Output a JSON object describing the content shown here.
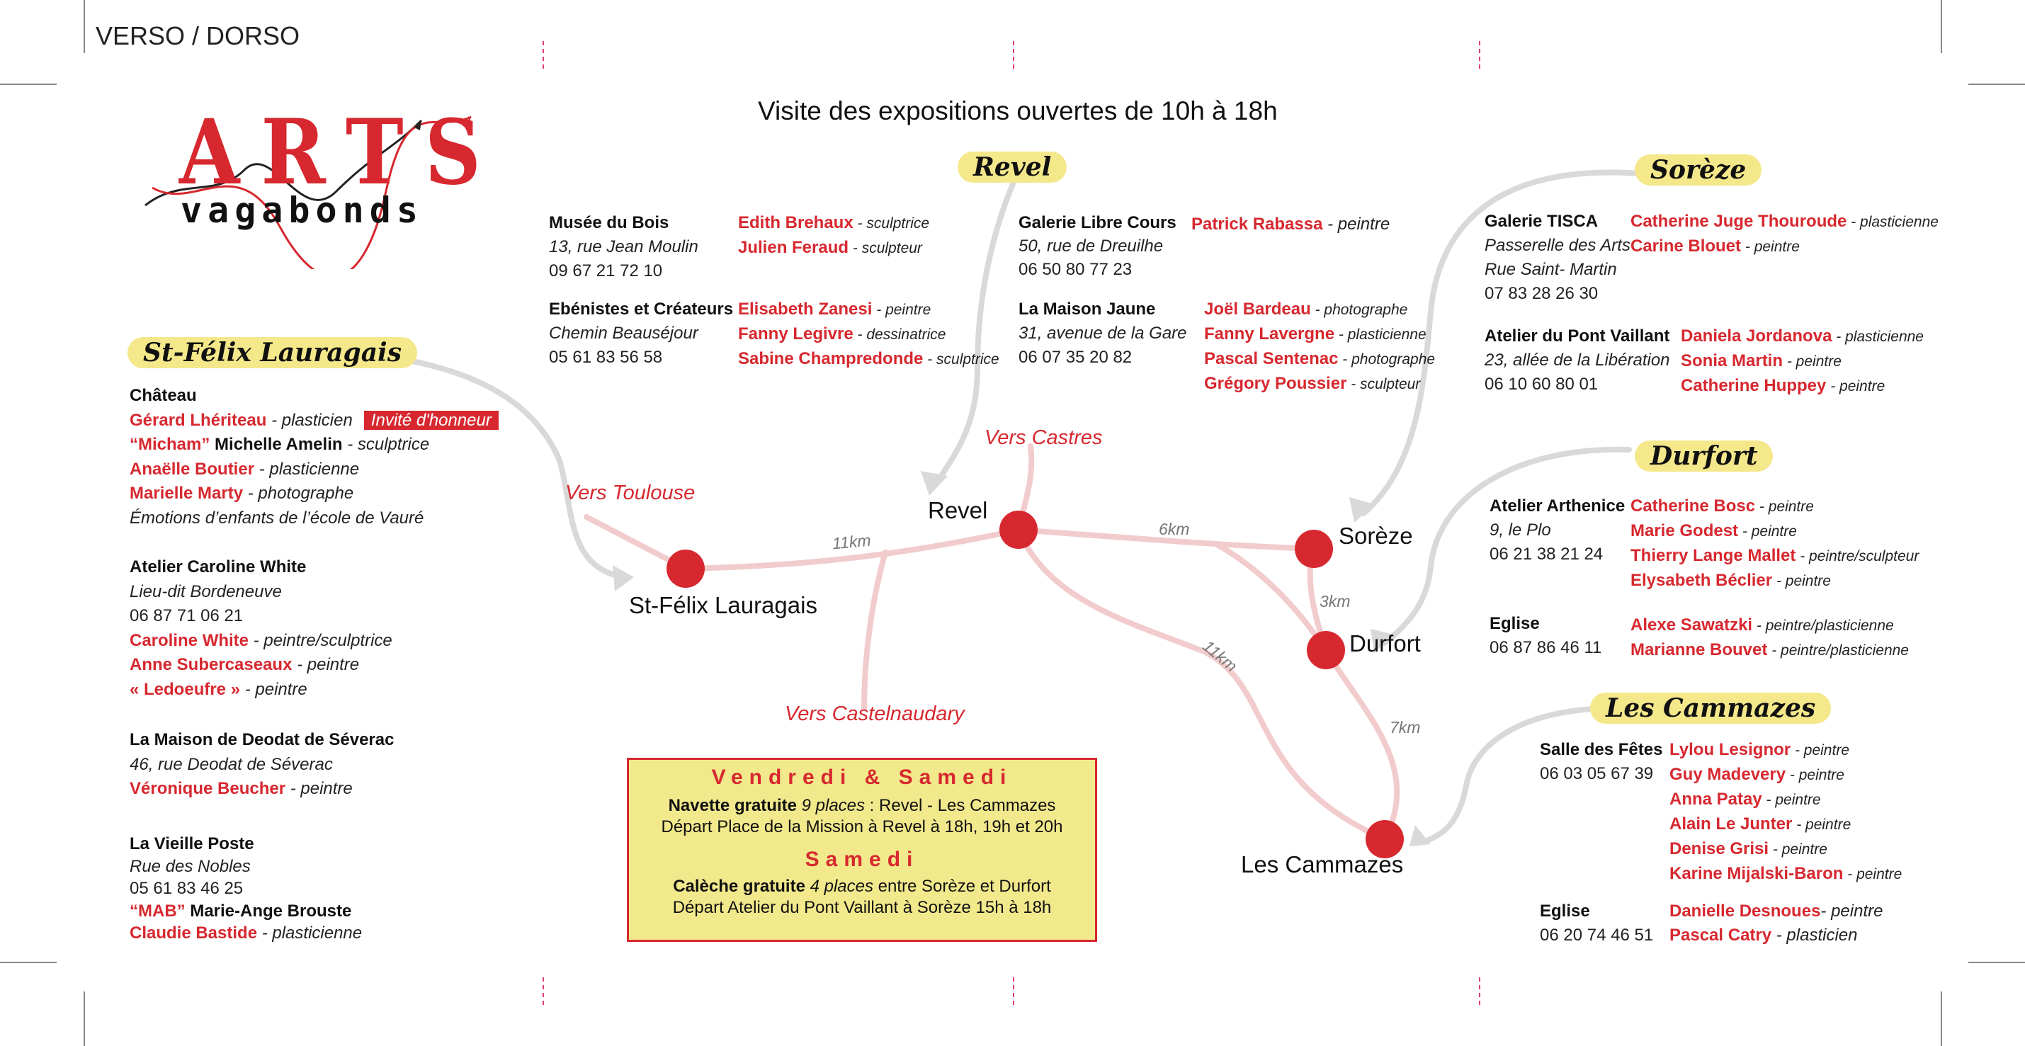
{
  "header": {
    "side_label": "VERSO / DORSO",
    "main_title": "Visite des expositions ouvertes de 10h à 18h"
  },
  "logo": {
    "word1": "ARTS",
    "word2": "vagabonds"
  },
  "towns": {
    "st_felix": {
      "badge": "St-Félix Lauragais",
      "chateau": {
        "name": "Château",
        "artists": [
          {
            "prefix": "",
            "name": "Gérard Lhériteau",
            "role": " - plasticien",
            "badge": "Invité d'honneur"
          },
          {
            "prefix": "“Micham”",
            "name": " Michelle Amelin",
            "role": " - sculptrice"
          },
          {
            "prefix": "",
            "name": "Anaëlle Boutier",
            "role": " - plasticienne"
          },
          {
            "prefix": "",
            "name": "Marielle Marty",
            "role": " - photographe"
          }
        ],
        "note": "Émotions d’enfants de l’école de Vauré"
      },
      "white": {
        "name": "Atelier Caroline White",
        "address": "Lieu-dit Bordeneuve",
        "phone": "06 87 71 06 21",
        "artists": [
          {
            "name": "Caroline White",
            "role": " - peintre/sculptrice"
          },
          {
            "name": "Anne Subercaseaux",
            "role": " - peintre"
          },
          {
            "name": "« Ledoeufre »",
            "role": " - peintre"
          }
        ]
      },
      "deodat": {
        "name": "La Maison de Deodat de Séverac",
        "address": "46, rue Deodat de Séverac",
        "artists": [
          {
            "name": "Véronique  Beucher",
            "role": " - peintre"
          }
        ]
      },
      "poste": {
        "name": "La Vieille Poste",
        "address": "Rue des Nobles",
        "phone": "05 61 83 46 25",
        "artists": [
          {
            "prefix": "“MAB”",
            "name": " Marie-Ange Brouste",
            "role": ""
          },
          {
            "name": "Claudie Bastide",
            "role": " - plasticienne"
          }
        ]
      }
    },
    "revel": {
      "badge": "Revel",
      "musee": {
        "name": "Musée du Bois",
        "address": "13, rue Jean Moulin",
        "phone": "09 67 21 72 10",
        "artists": [
          {
            "name": "Edith Brehaux",
            "role": " - sculptrice"
          },
          {
            "name": "Julien Feraud",
            "role": " - sculpteur"
          }
        ]
      },
      "ebenistes": {
        "name": "Ebénistes et Créateurs",
        "address": "Chemin Beauséjour",
        "phone": "05 61 83 56 58",
        "artists": [
          {
            "name": "Elisabeth Zanesi",
            "role": " - peintre"
          },
          {
            "name": "Fanny Legivre",
            "role": " - dessinatrice"
          },
          {
            "name": "Sabine Champredonde",
            "role": " - sculptrice"
          }
        ]
      },
      "galerie": {
        "name": "Galerie Libre Cours",
        "address": "50, rue de Dreuilhe",
        "phone": "06 50 80 77 23",
        "artists": [
          {
            "name": "Patrick Rabassa",
            "role": " - peintre"
          }
        ]
      },
      "jaune": {
        "name": "La Maison Jaune",
        "address": "31, avenue de la Gare",
        "phone": "06 07 35 20 82",
        "artists": [
          {
            "name": "Joël Bardeau",
            "role": " - photographe"
          },
          {
            "name": "Fanny Lavergne",
            "role": " - plasticienne"
          },
          {
            "name": "Pascal Sentenac",
            "role": " - photographe"
          },
          {
            "name": "Grégory Poussier",
            "role": " - sculpteur"
          }
        ]
      }
    },
    "soreze": {
      "badge": "Sorèze",
      "tisca": {
        "name": "Galerie TISCA",
        "address1": "Passerelle des Arts",
        "address2": "Rue Saint-  Martin",
        "phone": "07 83 28 26 30",
        "artists": [
          {
            "name": "Catherine Juge Thouroude",
            "role": " - plasticienne"
          },
          {
            "name": "Carine Blouet",
            "role": " - peintre"
          }
        ]
      },
      "pont": {
        "name": "Atelier du Pont Vaillant",
        "address": "23, allée de la Libération",
        "phone": "06 10 60 80 01",
        "artists": [
          {
            "name": "Daniela Jordanova",
            "role": " - plasticienne"
          },
          {
            "name": "Sonia Martin",
            "role": " - peintre"
          },
          {
            "name": "Catherine Huppey",
            "role": " - peintre"
          }
        ]
      }
    },
    "durfort": {
      "badge": "Durfort",
      "arthenice": {
        "name": "Atelier Arthenice",
        "address": "9, le Plo",
        "phone": "06 21 38 21 24",
        "artists": [
          {
            "name": "Catherine Bosc",
            "role": " - peintre"
          },
          {
            "name": "Marie Godest",
            "role": " - peintre"
          },
          {
            "name": "Thierry Lange Mallet",
            "role": " - peintre/sculpteur"
          },
          {
            "name": "Elysabeth Béclier",
            "role": " - peintre"
          }
        ]
      },
      "eglise": {
        "name": "Eglise",
        "phone": "06 87 86 46 11",
        "artists": [
          {
            "name": "Alexe Sawatzki",
            "role": " - peintre/plasticienne"
          },
          {
            "name": "Marianne Bouvet",
            "role": " - peintre/plasticienne"
          }
        ]
      }
    },
    "cammazes": {
      "badge": "Les Cammazes",
      "salle": {
        "name": "Salle des Fêtes",
        "phone": "06 03 05 67 39",
        "artists": [
          {
            "name": "Lylou Lesignor",
            "role": " - peintre"
          },
          {
            "name": "Guy Madevery",
            "role": " - peintre"
          },
          {
            "name": "Anna Patay",
            "role": " - peintre"
          },
          {
            "name": "Alain Le Junter",
            "role": " - peintre"
          },
          {
            "name": "Denise Grisi",
            "role": " - peintre"
          },
          {
            "name": "Karine Mijalski-Baron",
            "role": " - peintre"
          }
        ]
      },
      "eglise": {
        "name": "Eglise",
        "phone": "06 20 74 46 51",
        "artists": [
          {
            "name": "Danielle Desnoues",
            "role": "- peintre"
          },
          {
            "name": "Pascal Catry",
            "role": " - plasticien"
          }
        ]
      }
    }
  },
  "map": {
    "towns": {
      "st_felix": "St-Félix Lauragais",
      "revel": "Revel",
      "soreze": "Sorèze",
      "durfort": "Durfort",
      "cammazes": "Les Cammazes"
    },
    "directions": {
      "toulouse": "Vers Toulouse",
      "castres": "Vers Castres",
      "castelnaudary": "Vers Castelnaudary"
    },
    "distances": {
      "felix_revel": "11km",
      "revel_soreze": "6km",
      "soreze_durfort": "3km",
      "revel_cammazes": "11km",
      "durfort_cammazes": "7km"
    },
    "colors": {
      "road": "#f2cccc",
      "dot": "#d7282f",
      "arrow": "#d9d9d9"
    }
  },
  "info": {
    "fri_sat_title": "Vendredi & Samedi",
    "navette_bold": "Navette gratuite",
    "navette_it": " 9 places",
    "navette_rest": " : Revel - Les Cammazes",
    "navette_line2": "Départ Place de la Mission à Revel à 18h, 19h et 20h",
    "sat_title": "Samedi",
    "caleche_bold": "Calèche gratuite",
    "caleche_it": " 4 places",
    "caleche_rest": " entre Sorèze et Durfort",
    "caleche_line2": "Départ Atelier du Pont Vaillant à Sorèze 15h à 18h"
  }
}
